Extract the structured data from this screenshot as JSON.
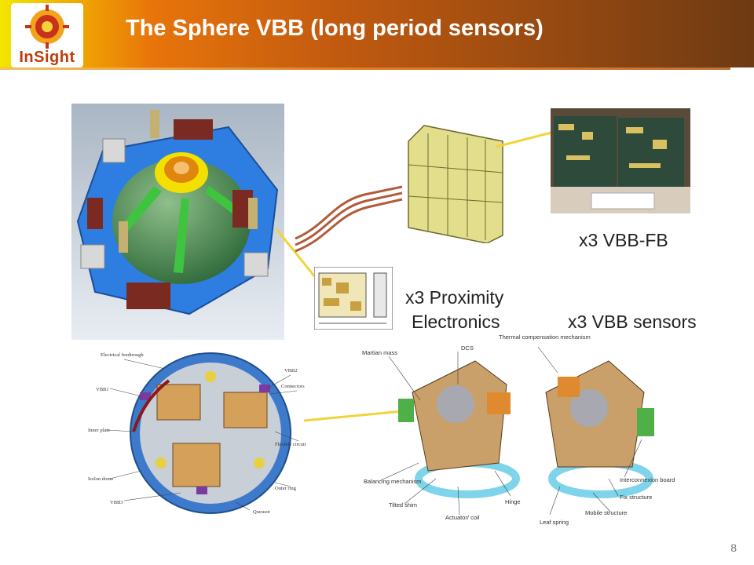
{
  "slide": {
    "title": "The Sphere VBB (long period sensors)",
    "logo_text": "InSight",
    "page_number": "8"
  },
  "captions": {
    "fb": "x3 VBB-FB",
    "prox_line1": "x3 Proximity",
    "prox_line2": "Electronics",
    "sensors": "x3 VBB sensors"
  },
  "sphere_diagram_labels": {
    "feedthrough": "Electrical feedtrough",
    "vbb1": "VBB1",
    "vbb2": "VBB2",
    "connectors": "Connectors",
    "inner_plate": "Inner plate",
    "flexible_circuit": "Flexible circuit",
    "sphere_dome": "Isolon dome",
    "outer_ring": "Outer ring",
    "vbb3": "VBB3",
    "queusot": "Queusot"
  },
  "sensor_diagram_labels": {
    "martian_mass": "Martian mass",
    "dcs": "DCS",
    "thermal_comp": "Thermal compensation mechanism",
    "balancing": "Balancing mechanism",
    "tilted_shim": "Tilted shim",
    "actuator_coil": "Actuator/ coil",
    "hinge": "Hinge",
    "leaf_spring": "Leaf spring",
    "interconnexion": "Interconnexion board",
    "fix_structure": "Fix structure",
    "mobile_structure": "Mobile structure"
  }
}
